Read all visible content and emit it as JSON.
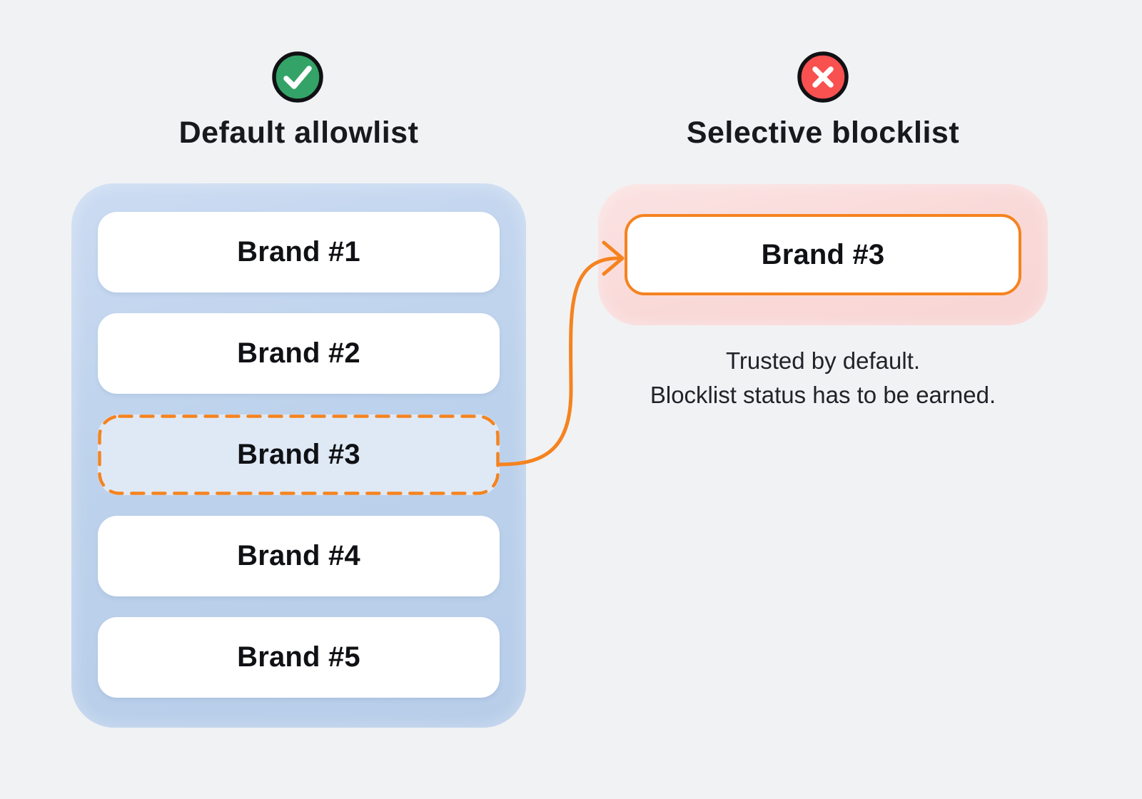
{
  "colors": {
    "background": "#F1F2F4",
    "allowlist_container": "#BDD2EC",
    "allowlist_highlight_fill": "#DFE9F6",
    "blocklist_container": "#F9D9D8",
    "card_fill": "#FFFFFF",
    "accent_orange": "#F5831F",
    "check_green": "#34A367",
    "cross_red": "#F95050",
    "icon_ring": "#101114",
    "title_text": "#17191D",
    "brand_text": "#101114",
    "caption_text": "#202327"
  },
  "left": {
    "icon": "check-circle",
    "title": "Default allowlist",
    "brands": [
      "Brand #1",
      "Brand #2",
      "Brand #3",
      "Brand #4",
      "Brand #5"
    ],
    "highlighted_brand": "Brand #3"
  },
  "right": {
    "icon": "cross-circle",
    "title": "Selective blocklist",
    "brand": "Brand #3",
    "caption_line1": "Trusted by default.",
    "caption_line2": "Blocklist status has to be earned."
  }
}
